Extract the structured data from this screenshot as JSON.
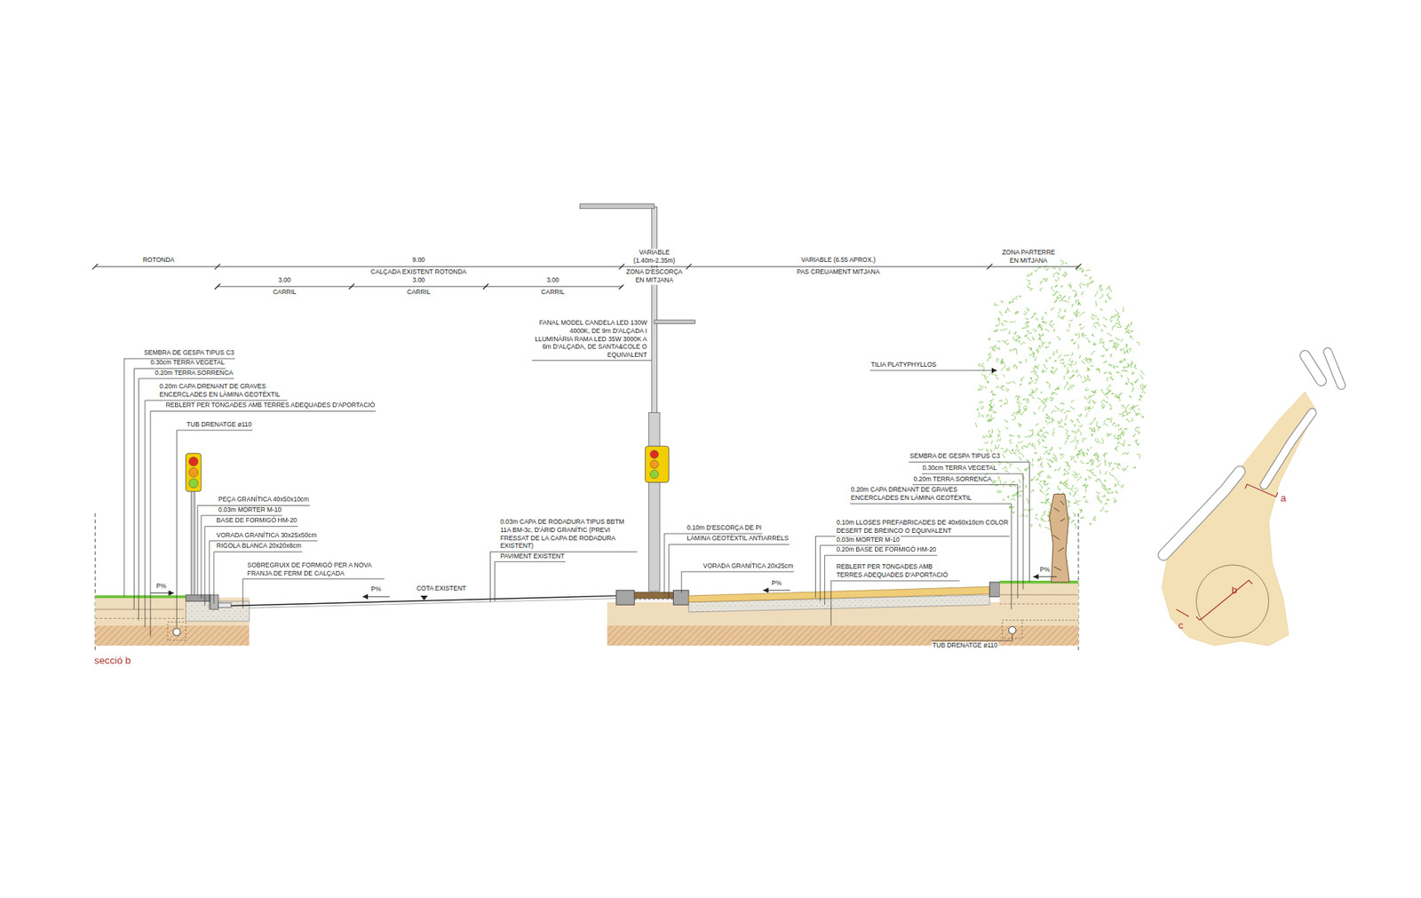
{
  "diagram": {
    "labels": [
      "ROTONDA",
      "9.00",
      "CALÇADA EXISTENT ROTONDA",
      "3.00",
      "CARRIL",
      "3.00",
      "CARRIL",
      "3.00",
      "CARRIL",
      "VARIABLE (1.40m-2.35m)",
      "ZONA D'ESCORÇA EN MITJANA",
      "VARIABLE (6.55 APROX.)",
      "PAS CREUAMENT MITJANA",
      "ZONA PARTERRE EN MITJANA",
      "FANAL MODEL CANDELA LED 130W 4000K, DE 9m D'ALÇADA I LLUMINÀRIA RAMA LED 35W 3000K A 6m D'ALÇADA, DE SANTA&COLE O EQUIVALENT",
      "TILIA PLATYPHYLLOS",
      "SEMBRA DE GESPA TIPUS C3",
      "0.30cm TERRA VEGETAL",
      "0.20m TERRA SORRENCA",
      "0.20m CAPA DRENANT DE GRAVES ENCERCLADES EN LÀMINA GEOTÈXTIL",
      "REBLERT PER TONGADES AMB TERRES ADEQUADES D'APORTACIÓ",
      "TUB DRENATGE ø110",
      "PEÇA GRANÍTICA 40x50x10cm",
      "0.03m MORTER M-10",
      "BASE DE FORMIGÓ HM-20",
      "VORADA GRANÍTICA 30x25x50cm",
      "RIGOLA BLANCA 20x20x8cm",
      "SOBREGRUIX DE FORMIGÓ PER A NOVA FRANJA DE FERM DE CALÇADA",
      "P%",
      "P%",
      "COTA EXISTENT",
      "0.03m CAPA DE RODADURA TIPUS BBTM 11A BM-3c, D'ÀRID GRANÍTIC (PREVI FRESSAT DE LA CAPA DE RODADURA EXISTENT)",
      "PAVIMENT EXISTENT",
      "0.10m D'ESCORÇA DE PI",
      "LÀMINA GEOTÈXTIL ANTIARRELS",
      "VORADA GRANÍTICA 20x25cm",
      "P%",
      "0.10m LLOSES PREFABRICADES DE 40x60x10cm COLOR DESERT DE BREINCO O EQUIVALENT",
      "0.03m MORTER M-10",
      "0.20m BASE DE FORMIGÓ HM-20",
      "REBLERT PER TONGADES AMB TERRES ADEQUADES D'APORTACIÓ",
      "SEMBRA DE GESPA TIPUS C3",
      "0.30cm TERRA VEGETAL",
      "0.20m TERRA SORRENCA",
      "0.20m CAPA DRENANT DE GRAVES ENCERCLADES EN LÀMINA GEOTÈXTIL",
      "P%",
      "TUB DRENATGE ø110",
      "secció b",
      "a",
      "b",
      "c"
    ]
  }
}
